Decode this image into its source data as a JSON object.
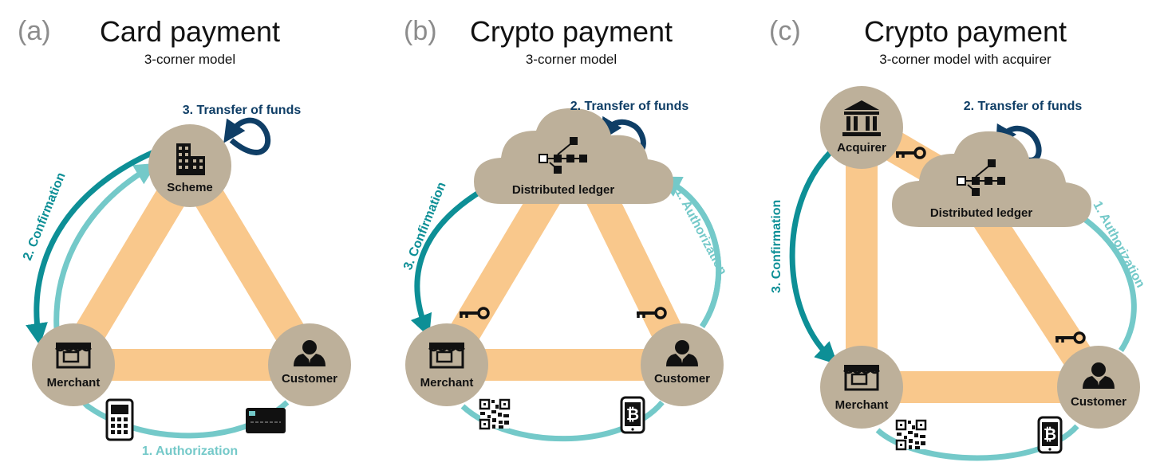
{
  "colors": {
    "node": "#bdb09a",
    "band": "#f9c88c",
    "auth": "#74c9c9",
    "confirm": "#0d8f96",
    "transfer": "#0f3e66",
    "icon": "#111111"
  },
  "panels": [
    {
      "label": "(a)",
      "title": "Card payment",
      "subtitle": "3-corner model",
      "nodes": {
        "scheme": "Scheme",
        "merchant": "Merchant",
        "customer": "Customer"
      },
      "flows": {
        "transfer": "3. Transfer of funds",
        "confirmation": "2. Confirmation",
        "authorization": "1. Authorization"
      },
      "icons": [
        "building-icon",
        "shop-icon",
        "person-icon",
        "card-terminal-icon",
        "credit-card-icon"
      ]
    },
    {
      "label": "(b)",
      "title": "Crypto payment",
      "subtitle": "3-corner model",
      "nodes": {
        "ledger": "Distributed ledger",
        "merchant": "Merchant",
        "customer": "Customer"
      },
      "flows": {
        "transfer": "2. Transfer of funds",
        "confirmation": "3. Confirmation",
        "authorization": "1. Authorization"
      },
      "icons": [
        "cloud-icon",
        "blockchain-icon",
        "shop-icon",
        "person-icon",
        "key-icon",
        "qr-code-icon",
        "bitcoin-phone-icon"
      ]
    },
    {
      "label": "(c)",
      "title": "Crypto payment",
      "subtitle": "3-corner model with acquirer",
      "nodes": {
        "acquirer": "Acquirer",
        "ledger": "Distributed ledger",
        "merchant": "Merchant",
        "customer": "Customer"
      },
      "flows": {
        "transfer": "2. Transfer of funds",
        "confirmation": "3. Confirmation",
        "authorization": "1. Authorization"
      },
      "icons": [
        "bank-icon",
        "cloud-icon",
        "blockchain-icon",
        "shop-icon",
        "person-icon",
        "key-icon",
        "qr-code-icon",
        "bitcoin-phone-icon"
      ]
    }
  ]
}
